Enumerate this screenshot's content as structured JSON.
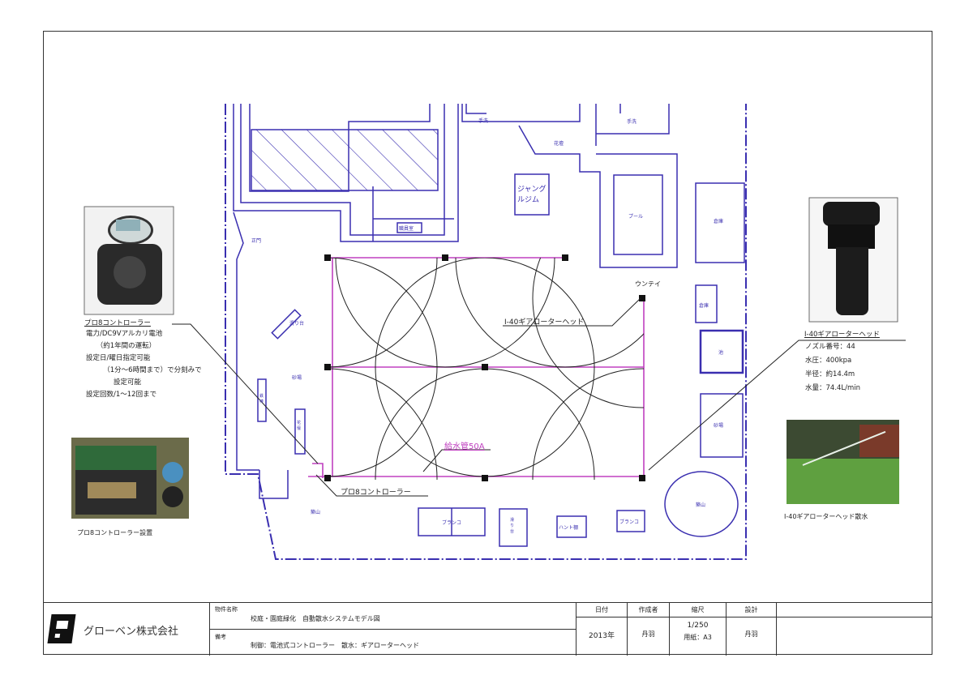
{
  "plan": {
    "labels": {
      "wash_top_left": "手洗",
      "wash_top_right": "手洗",
      "flowerbed_top": "花壇",
      "jungle_gym": "ジャングルジム",
      "pool": "プール",
      "storage_top": "倉庫",
      "office": "職員室",
      "main_gate": "正門",
      "slide_left": "滑り台",
      "sandbox_left": "砂場",
      "bar": "鉄棒",
      "bench": "花壇",
      "hill_left": "築山",
      "swing_1": "ブランコ",
      "slide": "滑り台",
      "hunt": "ハント棚",
      "swing_2": "ブランコ",
      "hill_right": "築山",
      "storage_right": "倉庫",
      "pond": "池",
      "sandbox_right": "砂場",
      "wuntei": "ウンテイ"
    },
    "callout_rotor": "I-40ギアローターヘッド",
    "callout_pipe": "給水管50A",
    "callout_controller": "プロ8コントローラー"
  },
  "left_note": {
    "title": "プロ8コントローラー",
    "lines": "電力/DC9Vアルカリ電池\n　　（約1年間の運転）\n設定日/曜日指定可能\n　　　（1分～6時間まで）で分刻みで\n　　　　設定可能\n設定回数/1～12回まで",
    "photo_caption": "プロ8コントローラー設置"
  },
  "right_note": {
    "title": "I-40ギアローターヘッド",
    "lines": "ノズル番号：44\n水圧：400kpa\n半径：約14.4m\n水量：74.4L/min",
    "photo_caption": "I-40ギアローターヘッド散水"
  },
  "title_block": {
    "company": "グローベン株式会社",
    "name_label": "物件名称",
    "name_value": "校庭・園庭緑化　自動散水システムモデル図",
    "remarks_label": "備考",
    "remarks_value": "制御：電池式コントローラー　散水：ギアローターヘッド",
    "date_label": "日付",
    "date_value": "2013年",
    "author_label": "作成者",
    "author_value": "丹羽",
    "scale_label": "縮尺",
    "scale_value": "1/250",
    "paper_value": "用紙：A3",
    "design_label": "設計",
    "design_value": "丹羽"
  },
  "colors": {
    "building": "#3a2fb0",
    "pipe": "#c040c0",
    "coverage": "#222222"
  }
}
